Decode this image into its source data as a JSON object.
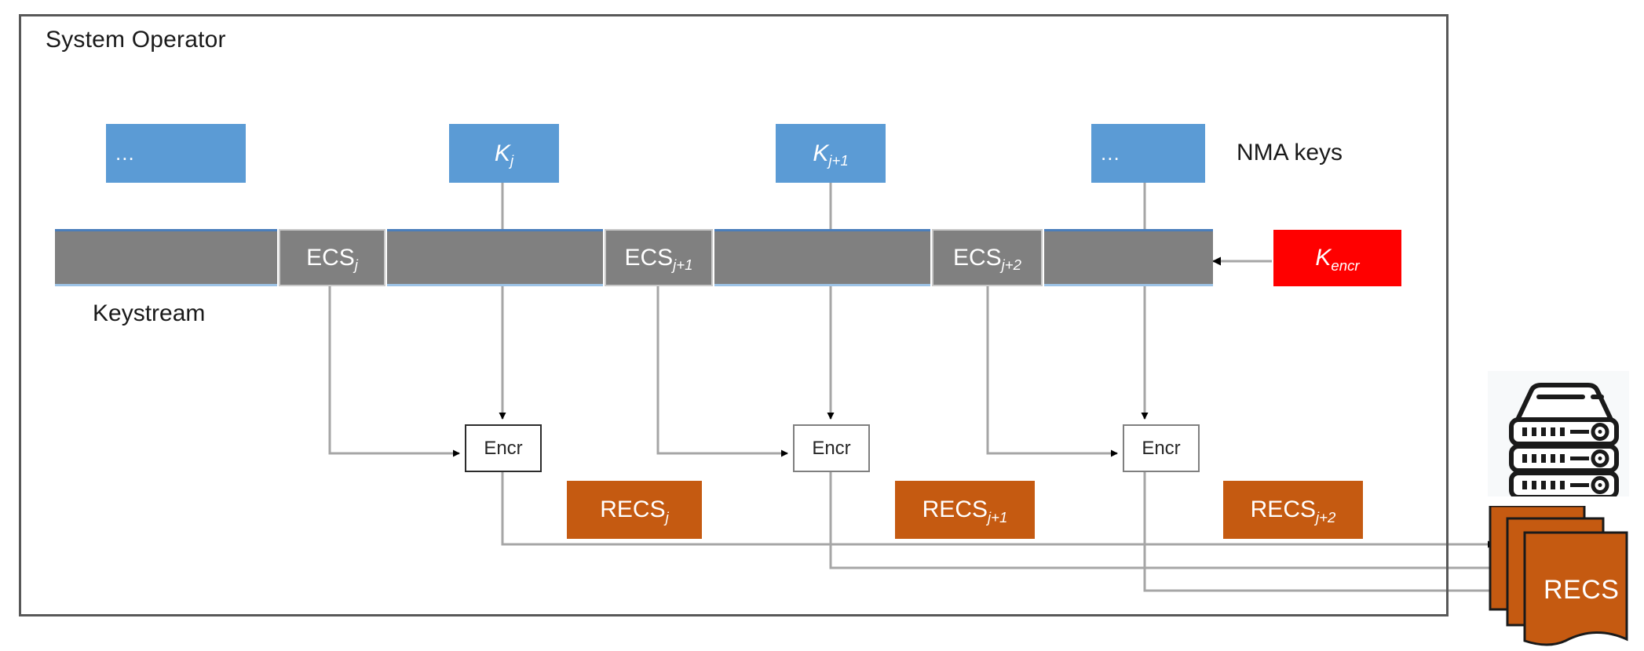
{
  "diagram": {
    "title": "System Operator",
    "labels": {
      "nma_keys": "NMA keys",
      "keystream": "Keystream"
    },
    "colors": {
      "key_blue": "#5b9bd5",
      "keystream_gray": "#808080",
      "keystream_border_top": "#4a7ebb",
      "encr_key_red": "#ff0000",
      "recs_orange": "#c55a11",
      "frame_gray": "#585858",
      "connector_gray": "#a6a6a6",
      "arrow_black": "#000000"
    },
    "nma_key_boxes": [
      {
        "text": "...",
        "sub": "",
        "dots": true
      },
      {
        "text": "K",
        "sub": "j",
        "dots": false
      },
      {
        "text": "K",
        "sub": "j+1",
        "dots": false
      },
      {
        "text": "...",
        "sub": "",
        "dots": true
      }
    ],
    "ecs_boxes": [
      {
        "text": "ECS",
        "sub": "j"
      },
      {
        "text": "ECS",
        "sub": "j+1"
      },
      {
        "text": "ECS",
        "sub": "j+2"
      }
    ],
    "encr_key_box": {
      "text": "K",
      "sub": "encr"
    },
    "encr_boxes": [
      {
        "label": "Encr"
      },
      {
        "label": "Encr"
      },
      {
        "label": "Encr"
      }
    ],
    "recs_boxes": [
      {
        "text": "RECS",
        "sub": "j"
      },
      {
        "text": "RECS",
        "sub": "j+1"
      },
      {
        "text": "RECS",
        "sub": "j+2"
      }
    ],
    "server_stack": {
      "icon": "server-rack-icon",
      "units": 3
    },
    "recs_store": {
      "label": "RECS",
      "icon": "document-stack-icon",
      "sheets": 3
    }
  }
}
